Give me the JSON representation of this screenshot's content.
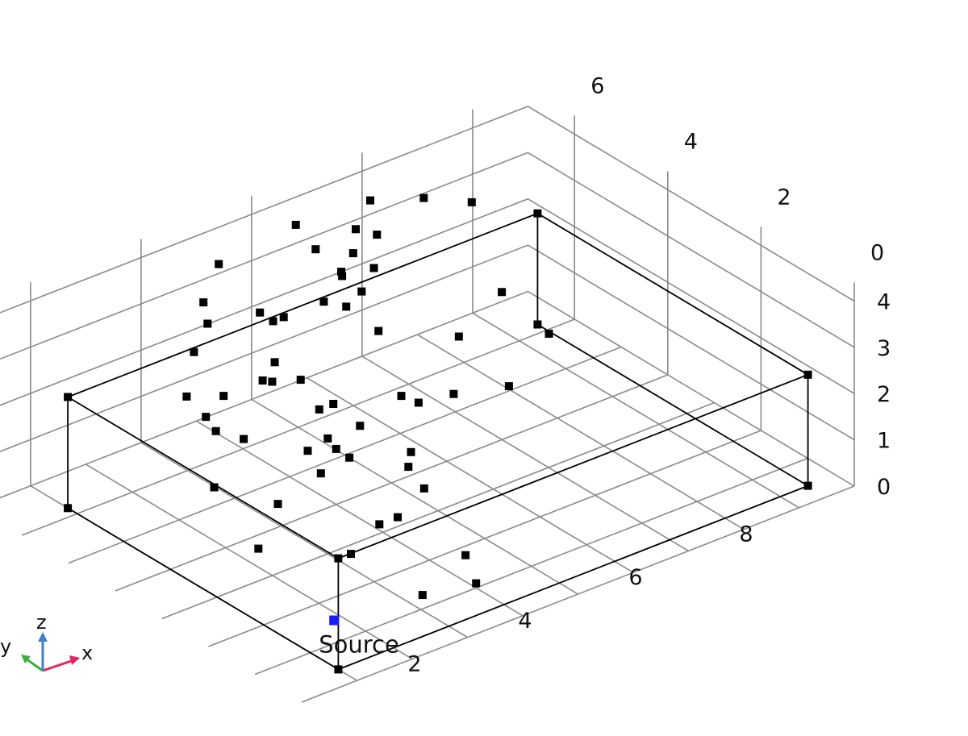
{
  "chart_data": {
    "type": "scatter",
    "title": "",
    "xlabel": "",
    "ylabel": "",
    "zlabel": "",
    "x_ticks": [
      "2",
      "4",
      "6",
      "8"
    ],
    "y_ticks": [
      "0",
      "2",
      "4",
      "6"
    ],
    "z_ticks": [
      "0",
      "1",
      "2",
      "3",
      "4"
    ],
    "xlim": [
      0,
      10
    ],
    "ylim": [
      0,
      7
    ],
    "zlim": [
      0,
      4.4
    ],
    "grid": true,
    "source": {
      "label": "Source",
      "color": "#1a1aff",
      "x": 1.6,
      "y": 1.2,
      "z": 0.3
    },
    "box_vertices": [
      {
        "x": 1.0,
        "y": 0.4,
        "z": 0.0
      },
      {
        "x": 9.5,
        "y": 0.4,
        "z": 0.0
      },
      {
        "x": 9.5,
        "y": 6.2,
        "z": 0.0
      },
      {
        "x": 1.0,
        "y": 6.2,
        "z": 0.0
      },
      {
        "x": 1.0,
        "y": 0.4,
        "z": 2.4
      },
      {
        "x": 9.5,
        "y": 0.4,
        "z": 2.4
      },
      {
        "x": 9.5,
        "y": 6.2,
        "z": 2.4
      },
      {
        "x": 1.0,
        "y": 6.2,
        "z": 2.4
      }
    ],
    "box_edges": [
      [
        0,
        1
      ],
      [
        1,
        2
      ],
      [
        3,
        0
      ],
      [
        0,
        4
      ],
      [
        1,
        5
      ],
      [
        2,
        6
      ],
      [
        3,
        7
      ],
      [
        4,
        7
      ],
      [
        4,
        5
      ],
      [
        5,
        6
      ],
      [
        6,
        7
      ]
    ],
    "points": [
      {
        "x": 4.4,
        "y": 1.7,
        "z": 0.1
      },
      {
        "x": 3.2,
        "y": 1.2,
        "z": 0.1
      },
      {
        "x": 4.0,
        "y": 1.0,
        "z": 0.1
      },
      {
        "x": 3.0,
        "y": 2.5,
        "z": 0.3
      },
      {
        "x": 5.0,
        "y": 3.3,
        "z": 0.3
      },
      {
        "x": 4.1,
        "y": 2.8,
        "z": 0.4
      },
      {
        "x": 4.8,
        "y": 3.4,
        "z": 0.8
      },
      {
        "x": 5.1,
        "y": 3.7,
        "z": 0.8
      },
      {
        "x": 2.0,
        "y": 3.3,
        "z": 0.4
      },
      {
        "x": 4.0,
        "y": 4.0,
        "z": 1.2
      },
      {
        "x": 4.1,
        "y": 4.3,
        "z": 1.2
      },
      {
        "x": 4.6,
        "y": 4.2,
        "z": 1.3
      },
      {
        "x": 5.6,
        "y": 4.5,
        "z": 1.3
      },
      {
        "x": 7.4,
        "y": 5.4,
        "z": 1.2
      },
      {
        "x": 8.6,
        "y": 5.9,
        "z": 1.3
      },
      {
        "x": 9.2,
        "y": 5.6,
        "z": 0.3
      },
      {
        "x": 8.9,
        "y": 6.9,
        "z": 2.5
      },
      {
        "x": 8.2,
        "y": 7.1,
        "z": 2.8
      },
      {
        "x": 7.4,
        "y": 7.3,
        "z": 3.0
      },
      {
        "x": 6.2,
        "y": 5.7,
        "z": 1.7
      },
      {
        "x": 7.1,
        "y": 6.8,
        "z": 2.7
      },
      {
        "x": 5.8,
        "y": 6.4,
        "z": 2.1
      },
      {
        "x": 6.3,
        "y": 6.6,
        "z": 2.3
      },
      {
        "x": 3.3,
        "y": 3.5,
        "z": 1.3
      },
      {
        "x": 6.4,
        "y": 6.3,
        "z": 2.1
      },
      {
        "x": 6.2,
        "y": 6.5,
        "z": 2.5
      },
      {
        "x": 4.2,
        "y": 4.6,
        "z": 1.6
      },
      {
        "x": 2.1,
        "y": 3.0,
        "z": 1.5
      },
      {
        "x": 3.4,
        "y": 3.9,
        "z": 1.5
      },
      {
        "x": 3.9,
        "y": 3.6,
        "z": 1.3
      },
      {
        "x": 1.2,
        "y": 3.3,
        "z": 2.1
      },
      {
        "x": 3.6,
        "y": 4.9,
        "z": 2.3
      },
      {
        "x": 4.2,
        "y": 4.3,
        "z": 1.9
      },
      {
        "x": 4.2,
        "y": 5.0,
        "z": 2.0
      },
      {
        "x": 3.9,
        "y": 5.2,
        "z": 2.4
      },
      {
        "x": 2.3,
        "y": 4.4,
        "z": 2.9
      },
      {
        "x": 1.8,
        "y": 4.6,
        "z": 3.0
      },
      {
        "x": 1.4,
        "y": 3.5,
        "z": 3.1
      },
      {
        "x": 2.5,
        "y": 3.8,
        "z": 3.5
      },
      {
        "x": 3.7,
        "y": 5.0,
        "z": 3.5
      },
      {
        "x": 3.2,
        "y": 5.9,
        "z": 3.6
      },
      {
        "x": 3.9,
        "y": 6.4,
        "z": 3.8
      },
      {
        "x": 2.6,
        "y": 5.1,
        "z": 3.9
      },
      {
        "x": 5.4,
        "y": 6.1,
        "z": 3.6
      },
      {
        "x": 6.2,
        "y": 5.8,
        "z": 3.0
      },
      {
        "x": 5.8,
        "y": 7.0,
        "z": 3.4
      },
      {
        "x": 2.1,
        "y": 4.8,
        "z": 3.7
      },
      {
        "x": 3.8,
        "y": 5.4,
        "z": 3.4
      },
      {
        "x": 3.6,
        "y": 2.6,
        "z": 0.6
      },
      {
        "x": 4.9,
        "y": 3.3,
        "z": 2.2
      },
      {
        "x": 6.8,
        "y": 6.9,
        "z": 2.9
      },
      {
        "x": 6.5,
        "y": 6.6,
        "z": 2.7
      },
      {
        "x": 4.4,
        "y": 5.6,
        "z": 2.9
      },
      {
        "x": 2.4,
        "y": 4.9,
        "z": 2.1
      },
      {
        "x": 3.0,
        "y": 4.8,
        "z": 1.4
      },
      {
        "x": 6.8,
        "y": 4.8,
        "z": 0.6
      },
      {
        "x": 7.8,
        "y": 4.8,
        "z": 0.3
      },
      {
        "x": 5.7,
        "y": 5.8,
        "z": 2.4
      }
    ]
  },
  "orientation": {
    "x_label": "x",
    "y_label": "y",
    "z_label": "z",
    "x_color": "#e0245e",
    "y_color": "#3cae3c",
    "z_color": "#3f7fc8"
  }
}
